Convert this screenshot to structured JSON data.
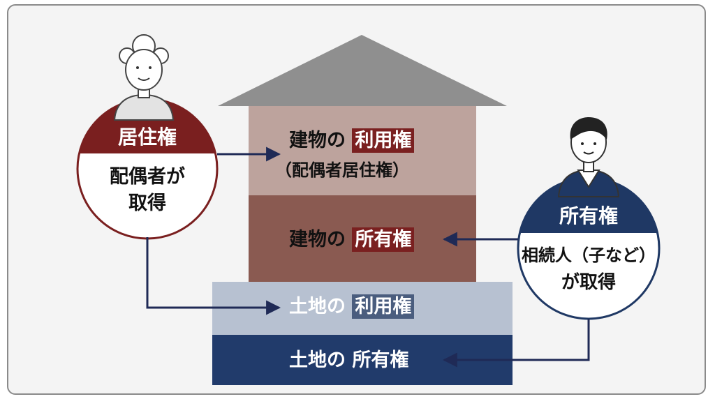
{
  "building": {
    "use_prefix": "建物の",
    "use_highlight": "利用権",
    "use_sub": "（配偶者居住権）",
    "own_prefix": "建物の",
    "own_highlight": "所有権"
  },
  "land": {
    "use_prefix": "土地の",
    "use_highlight": "利用権",
    "own_text": "土地の 所有権"
  },
  "spouse": {
    "header": "居住権",
    "line1": "配偶者が",
    "line2": "取得"
  },
  "heir": {
    "header": "所有権",
    "line1": "相続人（子など）",
    "line2": "が取得"
  },
  "colors": {
    "roof": "#8f8f8f",
    "building_use": "#bda39d",
    "building_own": "#8a5a51",
    "land_use": "#b7c1d1",
    "land_own": "#213b6b",
    "spouse_header": "#7a1f1f",
    "heir_header": "#1f3864",
    "highlight_red": "#7a2020",
    "highlight_navy": "#4a5d7e",
    "arrow": "#1f2a56"
  }
}
